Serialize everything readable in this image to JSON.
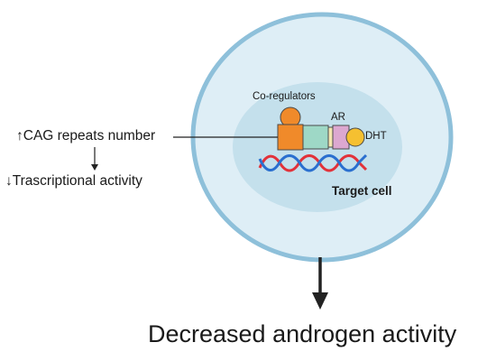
{
  "labels": {
    "cag": "↑CAG repeats number",
    "transcription": "↓Trascriptional activity",
    "coregulators": "Co-regulators",
    "ar": "AR",
    "dht": "DHT",
    "target_cell": "Target cell",
    "outcome": "Decreased androgen activity"
  },
  "colors": {
    "cell_membrane": "#8ec0da",
    "cytoplasm": "#deeef6",
    "nucleus": "#c4e0ec",
    "coregulator": "#f08a2a",
    "ar_domain_green": "#9ed8c6",
    "ar_domain_pink": "#dca8d0",
    "dht": "#f5c031",
    "dna_red": "#e2323a",
    "dna_blue": "#2a6fcf",
    "arrow": "#222222"
  }
}
